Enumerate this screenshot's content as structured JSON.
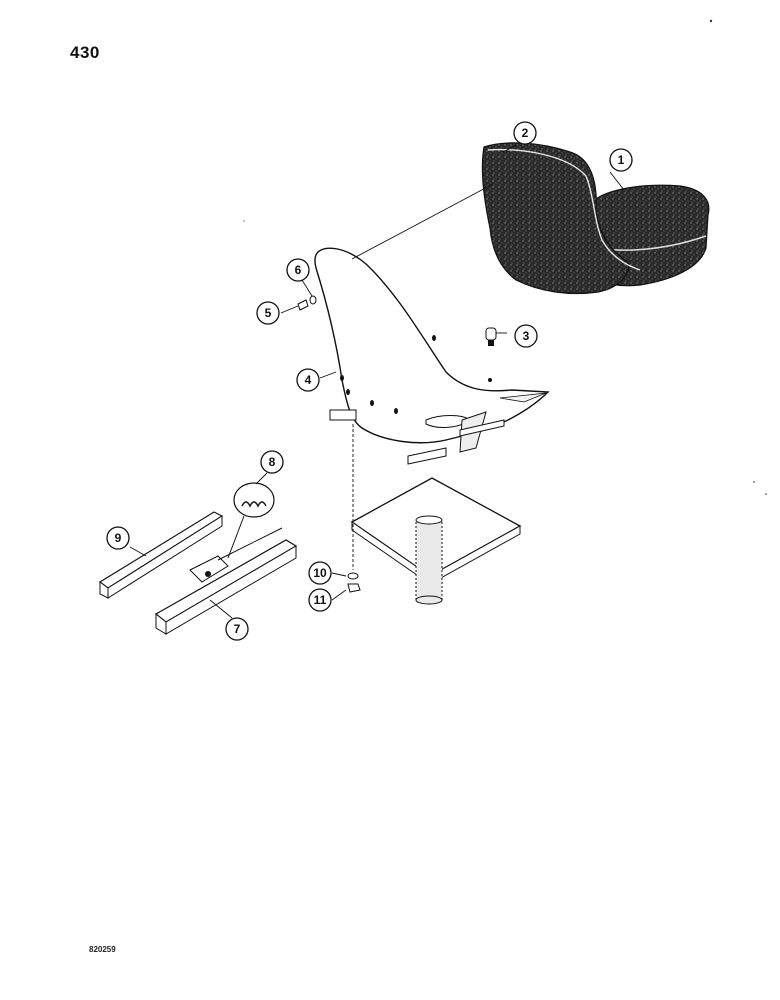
{
  "page": {
    "number": "430",
    "figure_code": "820259"
  },
  "callouts": [
    {
      "id": "callout-1",
      "label": "1"
    },
    {
      "id": "callout-2",
      "label": "2"
    },
    {
      "id": "callout-3",
      "label": "3"
    },
    {
      "id": "callout-4",
      "label": "4"
    },
    {
      "id": "callout-5",
      "label": "5"
    },
    {
      "id": "callout-6",
      "label": "6"
    },
    {
      "id": "callout-7",
      "label": "7"
    },
    {
      "id": "callout-8",
      "label": "8"
    },
    {
      "id": "callout-9",
      "label": "9"
    },
    {
      "id": "callout-10",
      "label": "10"
    },
    {
      "id": "callout-11",
      "label": "11"
    }
  ],
  "colors": {
    "ink": "#111111",
    "cushion": "#2a2a2a",
    "cushion_fleck": "#8a8a8a",
    "paper": "#ffffff"
  }
}
